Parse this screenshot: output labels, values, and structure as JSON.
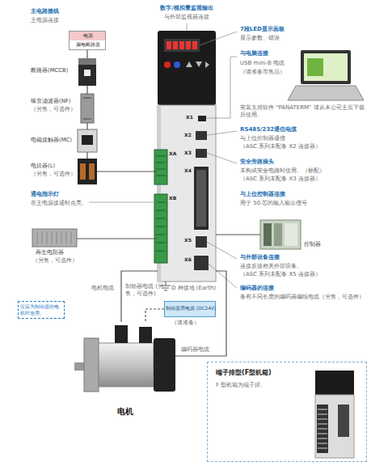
{
  "diagram": {
    "nodes": [
      {
        "text": [
          "电源",
          "漏电断路器"
        ]
      },
      {
        "text": [
          "断路器(MCCB)"
        ]
      },
      {
        "text": [
          "噪音滤波器(NF)",
          "（另售，可选件）"
        ]
      },
      {
        "text": [
          "电磁接触器(MC)"
        ]
      },
      {
        "text": [
          "电抗器(L)",
          "（另售，可选件）"
        ]
      },
      {
        "text": [
          "X1",
          "X2",
          "X3",
          "X4",
          "X5",
          "X6",
          "XA",
          "XB"
        ]
      },
      {
        "text": [
          "控制器"
        ]
      },
      {
        "text": [
          "再生电阻器",
          "（另售，可选件）"
        ]
      },
      {
        "text": [
          "制动器用电源 (DC24V)",
          "（请准备）"
        ]
      },
      {
        "text": [
          "电机"
        ]
      },
      {
        "text": [
          "端子排型(F型机箱)",
          "F 型机箱为端子排。"
        ]
      }
    ],
    "edges": [
      {
        "from": 0,
        "to": 1,
        "arrow": "none"
      },
      {
        "from": 1,
        "to": 2,
        "arrow": "none"
      },
      {
        "from": 2,
        "to": 3,
        "arrow": "none"
      },
      {
        "from": 3,
        "to": 4,
        "arrow": "none"
      },
      {
        "from": 4,
        "to": 5,
        "arrow": "none"
      },
      {
        "from": 7,
        "to": 5,
        "arrow": "none"
      },
      {
        "from": 6,
        "to": 5,
        "arrow": "none"
      },
      {
        "from": 5,
        "to": 9,
        "label": "电机电缆",
        "arrow": "none"
      },
      {
        "from": 5,
        "to": 9,
        "label": "编码器电缆",
        "arrow": "none"
      },
      {
        "from": 8,
        "to": 9,
        "label": "制动器电缆 (另售，可选件)",
        "arrow": "none"
      }
    ],
    "labels": [
      "主电路接线",
      "主电源连接",
      "数字/模拟量监视输出",
      "与外部监视器连接",
      "7段LED显示面板",
      "显示参数、错误",
      "与电脑连接",
      "USB mini-B 电缆",
      "（请准备市售品）",
      "安装支持软件 \"PANATERM\" 请从本公司主页下载后使用。",
      "RS485/232通信电缆",
      "与上位控制器通信",
      "（ASC 系列未配备 X2 连接器）",
      "安全旁路插头",
      "未构成安全电路时使用。（标配）",
      "（ASC 系列未配备 X3 连接器）",
      "与上位控制器连接",
      "用于 50 芯的输入输出信号",
      "与外部设备连接",
      "连接反馈相关外部设备。",
      "（ASC 系列未配备 X5 连接器）",
      "编码器的连接",
      "备有不同长度的编码器编线电缆（另售，可选件）",
      "通电指示灯",
      "在主电源接通时点亮。",
      "D 种接地 (Earth)"
    ],
    "legend": [
      {
        "text": "仅应为制动器的电机时使用。"
      }
    ]
  }
}
